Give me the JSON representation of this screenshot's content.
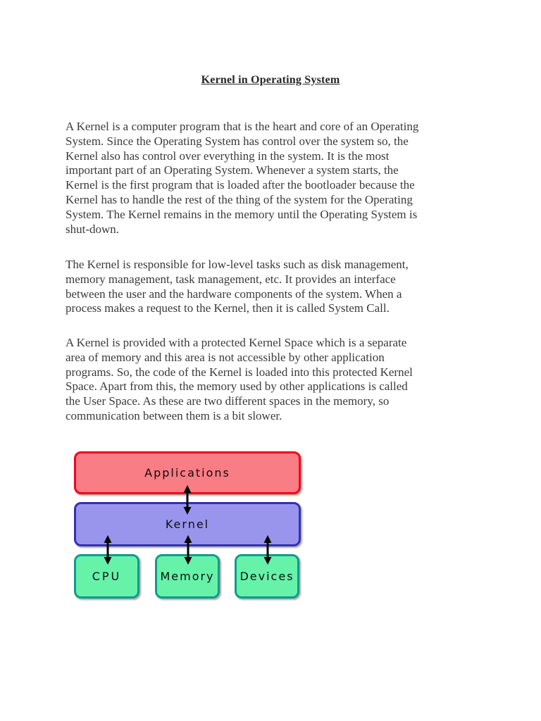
{
  "doc": {
    "title": "Kernel in Operating System",
    "paragraphs": [
      {
        "lines": [
          "A Kernel is a computer program that is the heart and core of an Operating",
          "System. Since the Operating System has control over the system so, the",
          "Kernel also has control over everything in the system. It is the most",
          "important part of an Operating System. Whenever a system starts, the",
          "Kernel is the first program that is loaded after the bootloader because the",
          "Kernel has to handle the rest of the thing of the system for the Operating",
          "System. The Kernel remains in the memory until the Operating System is",
          "shut-down."
        ]
      },
      {
        "lines": [
          "The Kernel is responsible for low-level tasks such as disk management,",
          "memory management, task management, etc. It provides an interface",
          "between the user and the hardware components of the system. When a",
          "process makes a request to the Kernel, then it is called System Call."
        ]
      },
      {
        "lines": [
          "A Kernel is provided with a protected Kernel Space which is a separate",
          "area of memory and this area is not accessible by other application",
          "programs. So, the code of the Kernel is loaded into this protected Kernel",
          "Space. Apart from this, the memory used by other applications is called",
          "the User Space. As these are two different spaces in the memory, so",
          "communication between them is a bit slower."
        ]
      }
    ]
  },
  "diagram": {
    "nodes": [
      {
        "id": "applications",
        "label": "Applications",
        "fill": "#f87d84",
        "border": "#f2051d"
      },
      {
        "id": "kernel",
        "label": "Kernel",
        "fill": "#9995ed",
        "border": "#3331b5"
      },
      {
        "id": "cpu",
        "label": "CPU",
        "fill": "#67f2aa",
        "border": "#139a8e"
      },
      {
        "id": "memory",
        "label": "Memory",
        "fill": "#67f2aa",
        "border": "#139a8e"
      },
      {
        "id": "devices",
        "label": "Devices",
        "fill": "#67f2aa",
        "border": "#139a8e"
      }
    ],
    "arrow_color": "#000000"
  }
}
